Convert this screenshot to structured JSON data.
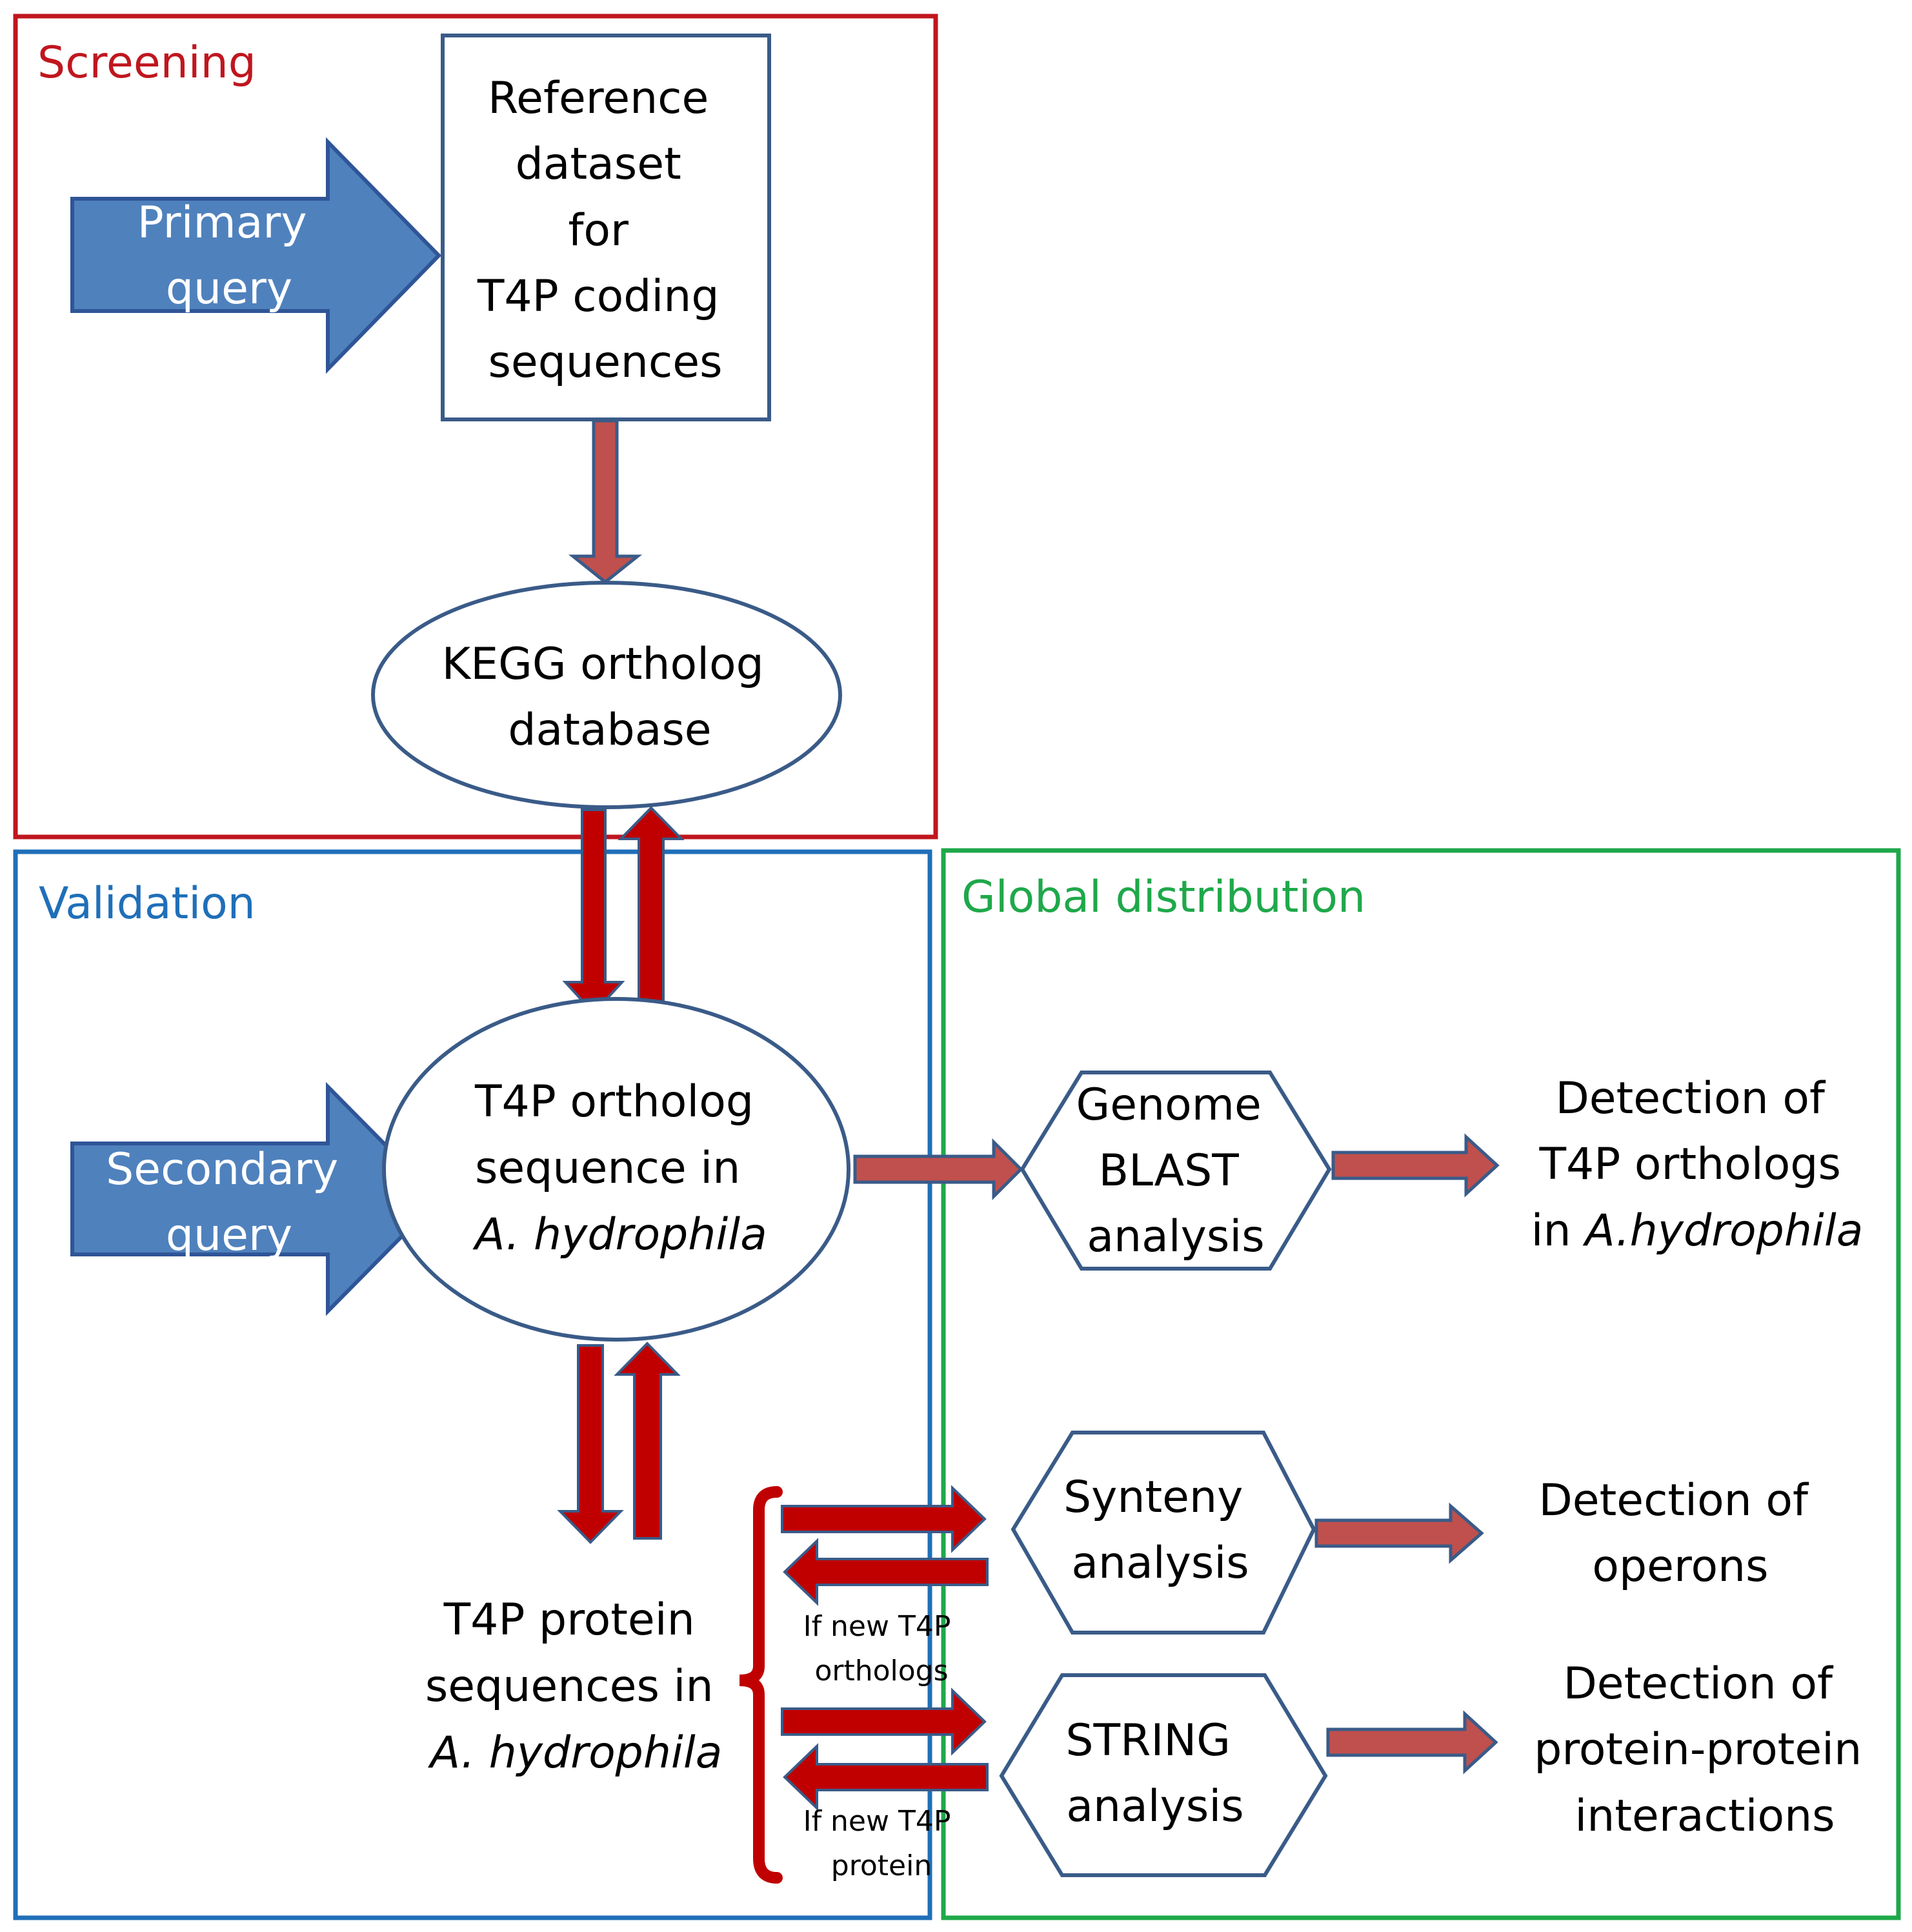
{
  "colors": {
    "screening": "#c0161e",
    "validation": "#1f6fb8",
    "global": "#1fa84a",
    "node_stroke": "#3a5b88",
    "query_arrow_fill": "#4f81bd",
    "query_arrow_stroke": "#2f5597",
    "flow_arrow_fill": "#c0504d",
    "flow_arrow_stroke": "#3a5b88",
    "dark_red_arrow": "#c00000",
    "bracket": "#c00000"
  },
  "regions": {
    "screening": "Screening",
    "validation": "Validation",
    "global": "Global distribution"
  },
  "queries": {
    "primary": [
      "Primary",
      "query"
    ],
    "secondary": [
      "Secondary",
      "query"
    ]
  },
  "nodes": {
    "reference_dataset": [
      "Reference",
      "dataset",
      "for",
      "T4P coding",
      "sequences"
    ],
    "kegg_database": [
      "KEGG ortholog",
      "database"
    ],
    "t4p_ortholog_seq": {
      "line1": "T4P ortholog",
      "line2": "sequence in",
      "line3": "A. hydrophila"
    },
    "t4p_protein_seqs": {
      "line1": "T4P protein",
      "line2": "sequences  in",
      "line3": "A. hydrophila"
    },
    "genome_blast": [
      "Genome",
      "BLAST",
      "analysis"
    ],
    "synteny": [
      "Synteny",
      "analysis"
    ],
    "string": [
      "STRING",
      "analysis"
    ]
  },
  "results": {
    "blast": {
      "line1": "Detection of",
      "line2": "T4P orthologs",
      "line3_prefix": "in ",
      "line3_italic": "A.hydrophila"
    },
    "synteny": [
      "Detection of",
      "operons"
    ],
    "string": [
      "Detection of",
      "protein-protein",
      "interactions"
    ]
  },
  "notes": {
    "synteny": [
      "If new T4P",
      "orthologs"
    ],
    "string": [
      "If new T4P",
      "protein"
    ]
  }
}
